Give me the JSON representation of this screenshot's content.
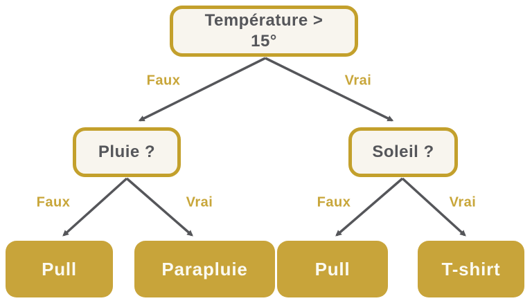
{
  "diagram": {
    "title": "decision-tree-weather-clothing",
    "colors": {
      "gold_border": "#C3A02C",
      "gold_fill": "#C8A43A",
      "gold_label": "#C8A63A",
      "cream_fill": "#F8F5EE",
      "dark_text": "#55565A",
      "arrow": "#55565A",
      "leaf_text": "#FBFAF2",
      "background": "#FFFFFF"
    },
    "nodes": {
      "root": {
        "line1": "Température >",
        "line2": "15°"
      },
      "pluie": {
        "label": "Pluie ?"
      },
      "soleil": {
        "label": "Soleil ?"
      },
      "pull_left": {
        "label": "Pull"
      },
      "parapluie": {
        "label": "Parapluie"
      },
      "pull_right": {
        "label": "Pull"
      },
      "tshirt": {
        "label": "T-shirt"
      }
    },
    "edges": {
      "root_to_pluie": {
        "label": "Faux"
      },
      "root_to_soleil": {
        "label": "Vrai"
      },
      "pluie_to_pull": {
        "label": "Faux"
      },
      "pluie_to_parapluie": {
        "label": "Vrai"
      },
      "soleil_to_pull": {
        "label": "Faux"
      },
      "soleil_to_tshirt": {
        "label": "Vrai"
      }
    }
  }
}
